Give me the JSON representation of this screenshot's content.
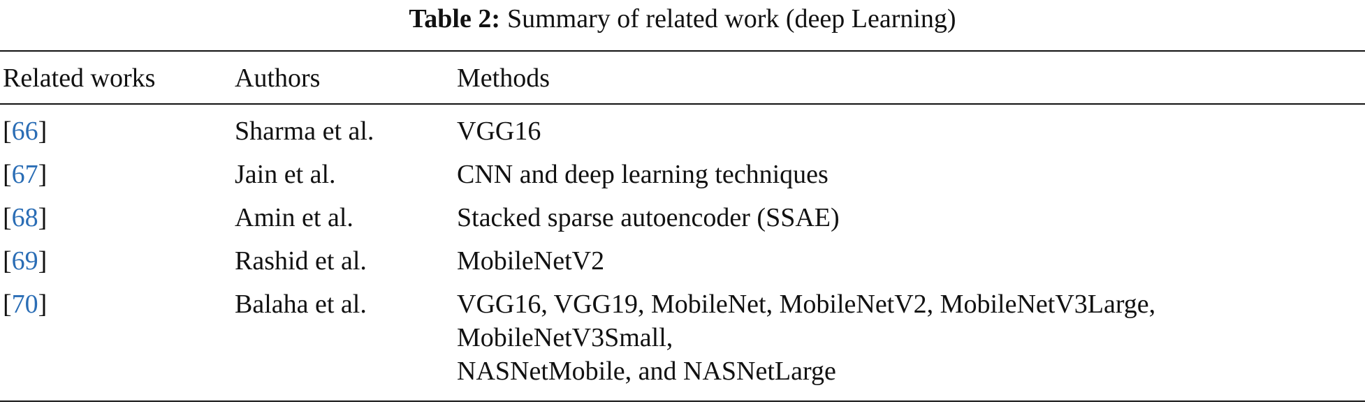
{
  "caption": {
    "label": "Table 2:",
    "text": "Summary of related work (deep Learning)"
  },
  "table": {
    "headers": [
      "Related works",
      "Authors",
      "Methods"
    ],
    "rows": [
      {
        "ref": "66",
        "authors": "Sharma et al.",
        "methods": [
          "VGG16"
        ]
      },
      {
        "ref": "67",
        "authors": "Jain et al.",
        "methods": [
          "CNN and deep learning techniques"
        ]
      },
      {
        "ref": "68",
        "authors": "Amin et al.",
        "methods": [
          "Stacked sparse autoencoder (SSAE)"
        ]
      },
      {
        "ref": "69",
        "authors": "Rashid et al.",
        "methods": [
          "MobileNetV2"
        ]
      },
      {
        "ref": "70",
        "authors": "Balaha et al.",
        "methods": [
          "VGG16, VGG19, MobileNet, MobileNetV2, MobileNetV3Large,",
          "MobileNetV3Small,",
          "NASNetMobile, and NASNetLarge"
        ]
      }
    ]
  },
  "colors": {
    "link": "#2a6db5",
    "text": "#111111"
  }
}
